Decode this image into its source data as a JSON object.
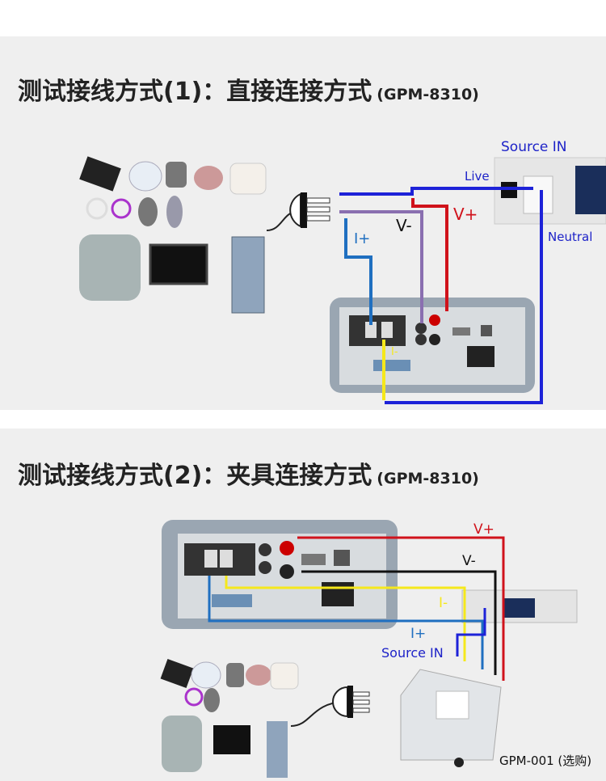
{
  "section1": {
    "title": "测试接线方式(1)：直接连接方式",
    "model": "(GPM-8310)",
    "labels": {
      "source_in": "Source IN",
      "live": "Live",
      "neutral": "Neutral",
      "v_plus": "V+",
      "v_minus": "V-",
      "i_plus": "I+",
      "i_minus": "I-"
    }
  },
  "section2": {
    "title": "测试接线方式(2)：夹具连接方式",
    "model": "(GPM-8310)",
    "labels": {
      "v_plus": "V+",
      "v_minus": "V-",
      "i_minus": "I-",
      "i_plus": "I+",
      "source_in": "Source IN",
      "fixture": "GPM-001 (选购)"
    }
  },
  "colors": {
    "v_plus": "#d0121b",
    "v_minus_1": "#8a6fb0",
    "v_minus_2": "#111111",
    "i_plus": "#1f6fc0",
    "i_minus": "#f5e81c",
    "source": "#1d22d8",
    "label_blue": "#1d22c8",
    "background": "#efefef"
  }
}
